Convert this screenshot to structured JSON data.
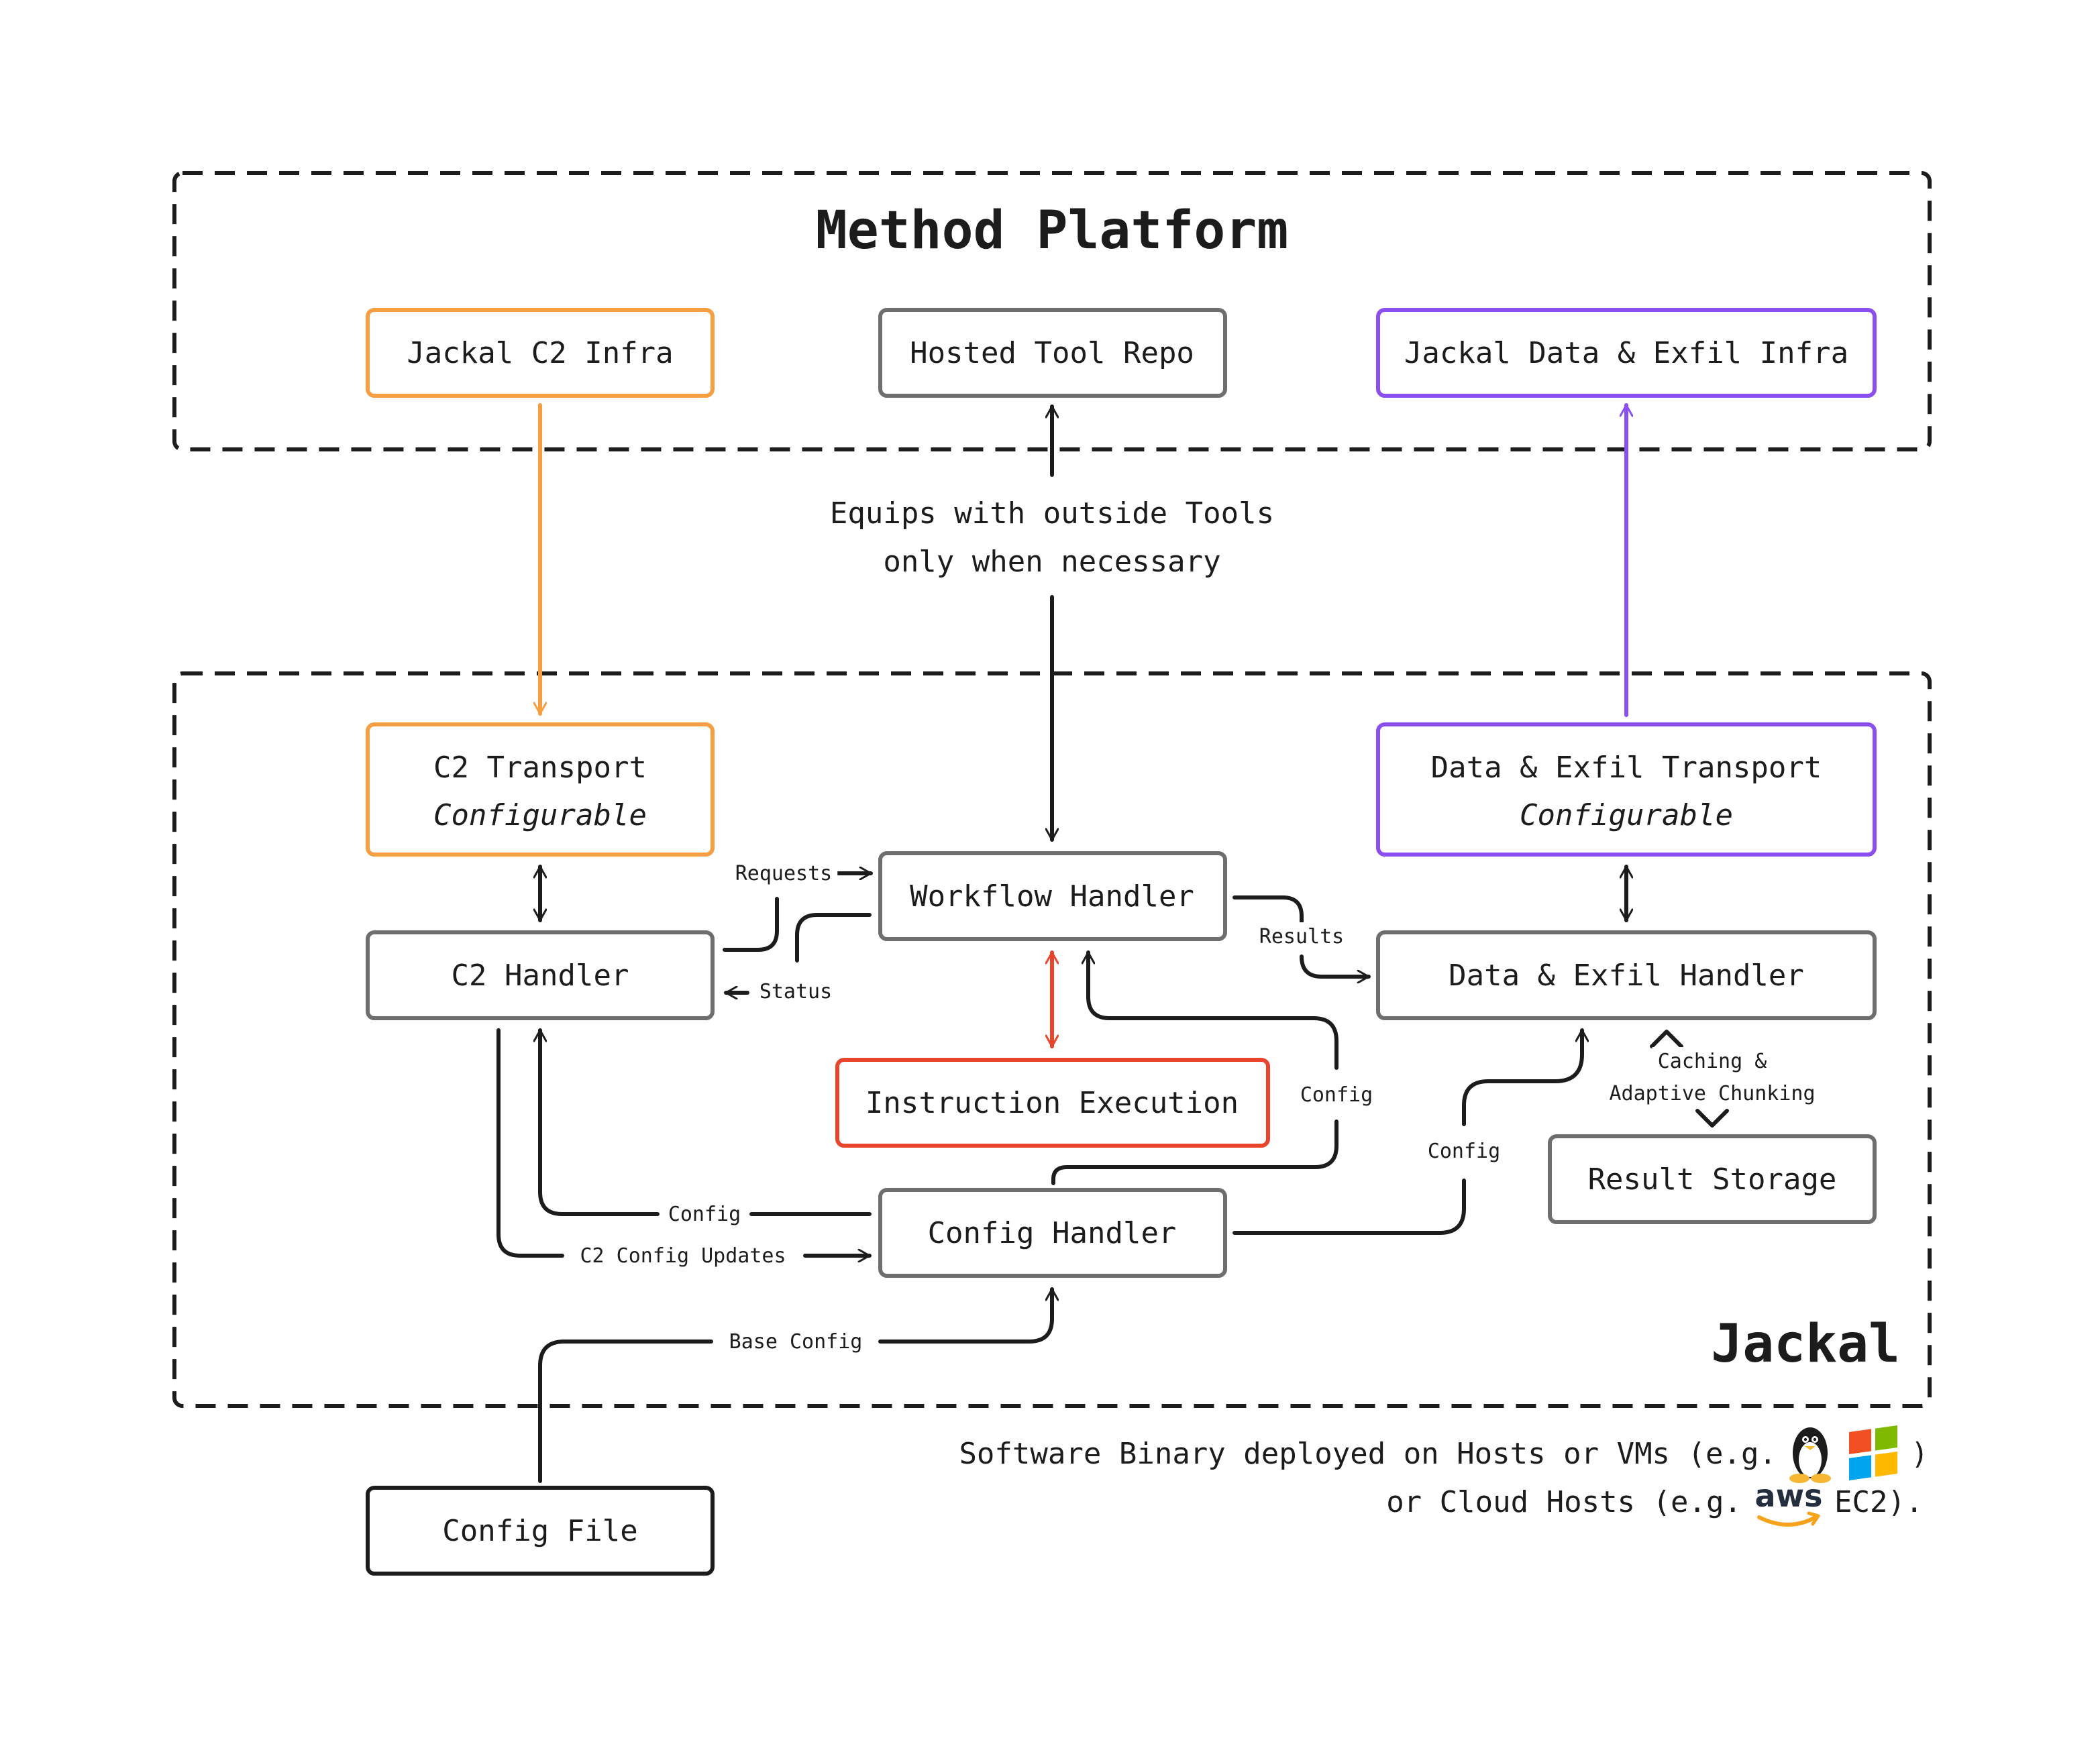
{
  "colors": {
    "ink": "#1c1c1c",
    "gray": "#6e6e6e",
    "orange": "#f59e42",
    "purple": "#8b4ff0",
    "red": "#e8452c",
    "aws_orange": "#f7a21b"
  },
  "platform": {
    "title": "Method Platform",
    "c2_infra": "Jackal C2 Infra",
    "tool_repo": "Hosted Tool Repo",
    "exfil_infra": "Jackal Data & Exfil Infra"
  },
  "equips_note": {
    "line1": "Equips with outside Tools",
    "line2": "only when necessary"
  },
  "jackal": {
    "title": "Jackal",
    "c2_transport": "C2 Transport",
    "c2_transport_sub": "Configurable",
    "exfil_transport": "Data & Exfil Transport",
    "exfil_transport_sub": "Configurable",
    "workflow_handler": "Workflow Handler",
    "c2_handler": "C2 Handler",
    "exfil_handler": "Data & Exfil Handler",
    "instruction_execution": "Instruction Execution",
    "config_handler": "Config Handler",
    "result_storage": "Result Storage"
  },
  "edge_labels": {
    "requests": "Requests",
    "status": "Status",
    "results": "Results",
    "config_workflow": "Config",
    "config_c2": "Config",
    "c2_config_updates": "C2 Config Updates",
    "config_exfil": "Config",
    "caching_1": "Caching &",
    "caching_2": "Adaptive Chunking",
    "base_config": "Base Config"
  },
  "config_file": "Config File",
  "deploy_note": {
    "line1_a": "Software Binary deployed on Hosts or VMs (e.g.",
    "line1_b": ")",
    "line2_a": "or Cloud Hosts (e.g.",
    "line2_b": "EC2).",
    "aws_logo_text": "aws",
    "icons": [
      "linux-penguin-icon",
      "windows-logo-icon",
      "aws-logo-icon"
    ]
  }
}
